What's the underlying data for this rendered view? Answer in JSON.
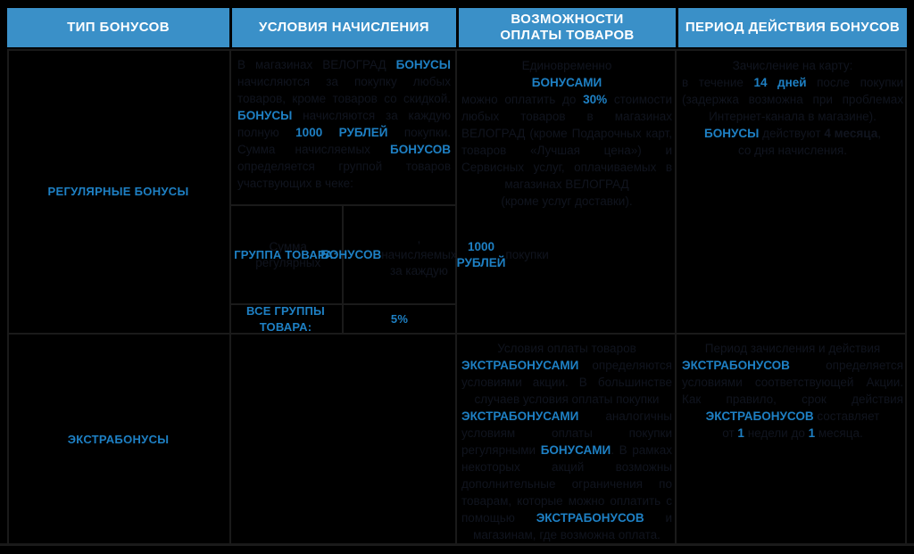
{
  "colors": {
    "background": "#000000",
    "header_bg": "#3A90C8",
    "header_text": "#FFFFFF",
    "accent": "#1E80C4",
    "dark_text": "#10141E",
    "border": "#1A1A1A"
  },
  "header": {
    "columns": [
      "ТИП БОНУСОВ",
      "УСЛОВИЯ НАЧИСЛЕНИЯ",
      "ВОЗМОЖНОСТИ ОПЛАТЫ ТОВАРОВ",
      "ПЕРИОД ДЕЙСТВИЯ БОНУСОВ"
    ]
  },
  "regular": {
    "type_label": "РЕГУЛЯРНЫЕ БОНУСЫ",
    "conditions_paragraph": [
      {
        "t": "В магазинах ВЕЛОГРАД ",
        "s": "d"
      },
      {
        "t": "БОНУСЫ",
        "s": "a"
      },
      {
        "t": " начисляются за покупку любых товаров, кроме товаров со скидкой. ",
        "s": "d"
      },
      {
        "t": "БОНУСЫ",
        "s": "a"
      },
      {
        "t": " начисляются за каждую полную ",
        "s": "d"
      },
      {
        "t": "1000 РУБЛЕЙ",
        "s": "a"
      },
      {
        "t": " покупки. Сумма начисляемых ",
        "s": "d"
      },
      {
        "t": "БОНУСОВ",
        "s": "a"
      },
      {
        "t": " определяется группой товаров участвующих в чеке:",
        "s": "d"
      }
    ],
    "subtable": {
      "group_label": "ГРУППА ТОВАРА:",
      "group_value": [
        {
          "t": "Сумма регулярных ",
          "s": "d"
        },
        {
          "t": "БОНУСОВ",
          "s": "a"
        },
        {
          "t": ", начисляемых за каждую ",
          "s": "d"
        },
        {
          "t": "1000 РУБЛЕЙ",
          "s": "a"
        },
        {
          "t": " покупки",
          "s": "d"
        }
      ],
      "all_groups_label": "ВСЕ ГРУППЫ ТОВАРА:",
      "all_groups_value": "5%"
    },
    "payment": [
      {
        "t": "Единовременно\n",
        "s": "d"
      },
      {
        "t": "БОНУСАМИ",
        "s": "a"
      },
      {
        "t": "\nможно оплатить до ",
        "s": "d"
      },
      {
        "t": "30%",
        "s": "a"
      },
      {
        "t": " стоимости любых товаров в магазинах ВЕЛОГРАД (кроме Подарочных карт, товаров «Лучшая цена») и Сервисных услуг, оплачиваемых в магазинах ВЕЛОГРАД\n",
        "s": "d"
      },
      {
        "t": "(кроме услуг доставки).",
        "s": "d"
      }
    ],
    "period": [
      {
        "t": "Зачисление на карту:\nв течение ",
        "s": "d"
      },
      {
        "t": "14 дней",
        "s": "a"
      },
      {
        "t": " после покупки (задержка возможна при проблемах Интернет-канала в магазине).\n",
        "s": "d"
      },
      {
        "t": "БОНУСЫ",
        "s": "a"
      },
      {
        "t": " действуют ",
        "s": "d"
      },
      {
        "t": "4 месяца",
        "s": "db"
      },
      {
        "t": ",\nсо дня начисления.",
        "s": "d"
      }
    ]
  },
  "extra": {
    "type_label": "ЭКСТРАБОНУСЫ",
    "payment": [
      {
        "t": "Условия оплаты товаров\n",
        "s": "d"
      },
      {
        "t": "ЭКСТРАБОНУСАМИ",
        "s": "a"
      },
      {
        "t": " определяются условиями акции. В большинстве случаев условия оплаты покупки\n",
        "s": "d"
      },
      {
        "t": "ЭКСТРАБОНУСАМИ",
        "s": "a"
      },
      {
        "t": " аналогичны условиям оплаты покупки регулярными ",
        "s": "d"
      },
      {
        "t": "БОНУСАМИ",
        "s": "a"
      },
      {
        "t": ". В рамках некоторых акций возможны дополнительные ограничения по товарам, которые можно оплатить с помощью ",
        "s": "d"
      },
      {
        "t": "ЭКСТРАБОНУСОВ",
        "s": "a"
      },
      {
        "t": " и магазинам, где возможна оплата.",
        "s": "d"
      }
    ],
    "period": [
      {
        "t": "Период зачисления и действия\n",
        "s": "d"
      },
      {
        "t": "ЭКСТРАБОНУСОВ",
        "s": "a"
      },
      {
        "t": " определяется условиями соответствующей Акции. Как правило, срок действия ",
        "s": "d"
      },
      {
        "t": "ЭКСТРАБОНУСОВ",
        "s": "a"
      },
      {
        "t": " составляет\nот ",
        "s": "d"
      },
      {
        "t": "1",
        "s": "a"
      },
      {
        "t": " недели до ",
        "s": "d"
      },
      {
        "t": "1",
        "s": "a"
      },
      {
        "t": " месяца.",
        "s": "d"
      }
    ]
  }
}
